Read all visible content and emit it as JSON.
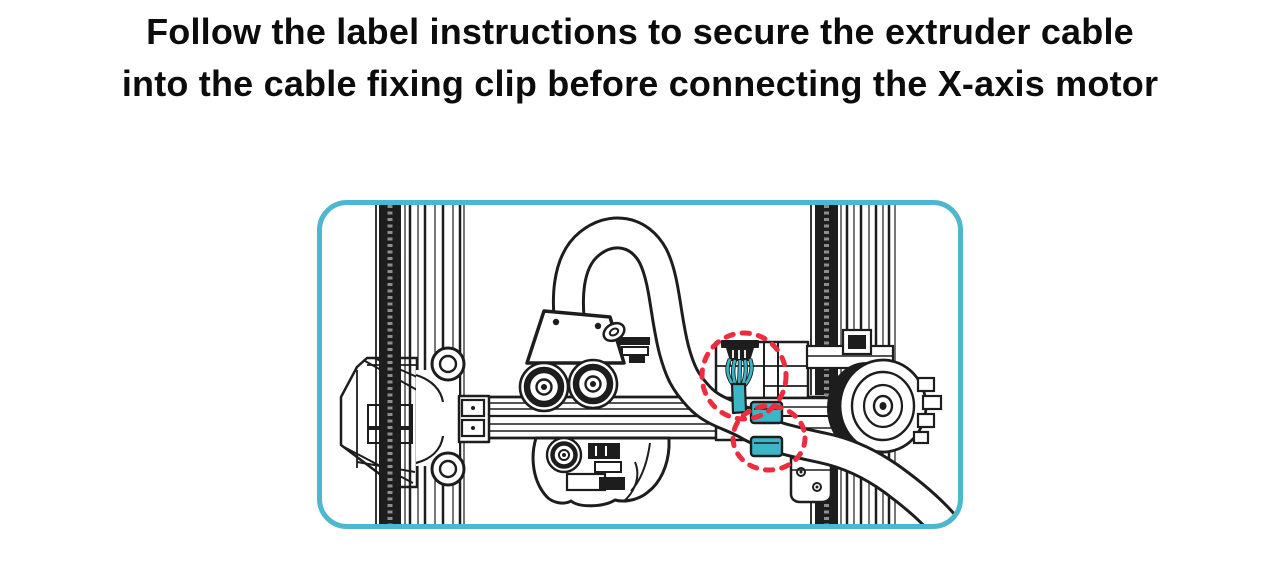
{
  "title": {
    "line1": "Follow the label instructions to secure the extruder cable",
    "line2": "into the cable fixing clip before connecting the X-axis motor"
  },
  "figure": {
    "label": "extruder-cable-fixing-instruction-diagram",
    "colors": {
      "border": "#4db7cd",
      "accent": "#3cb5c9",
      "highlight": "#ed2d3f",
      "line": "#1d1d1d",
      "background": "#ffffff"
    },
    "highlighted_parts": [
      {
        "name": "extruder-cable-connector"
      },
      {
        "name": "cable-fixing-clip-upper"
      },
      {
        "name": "cable-fixing-clip-lower"
      }
    ]
  }
}
